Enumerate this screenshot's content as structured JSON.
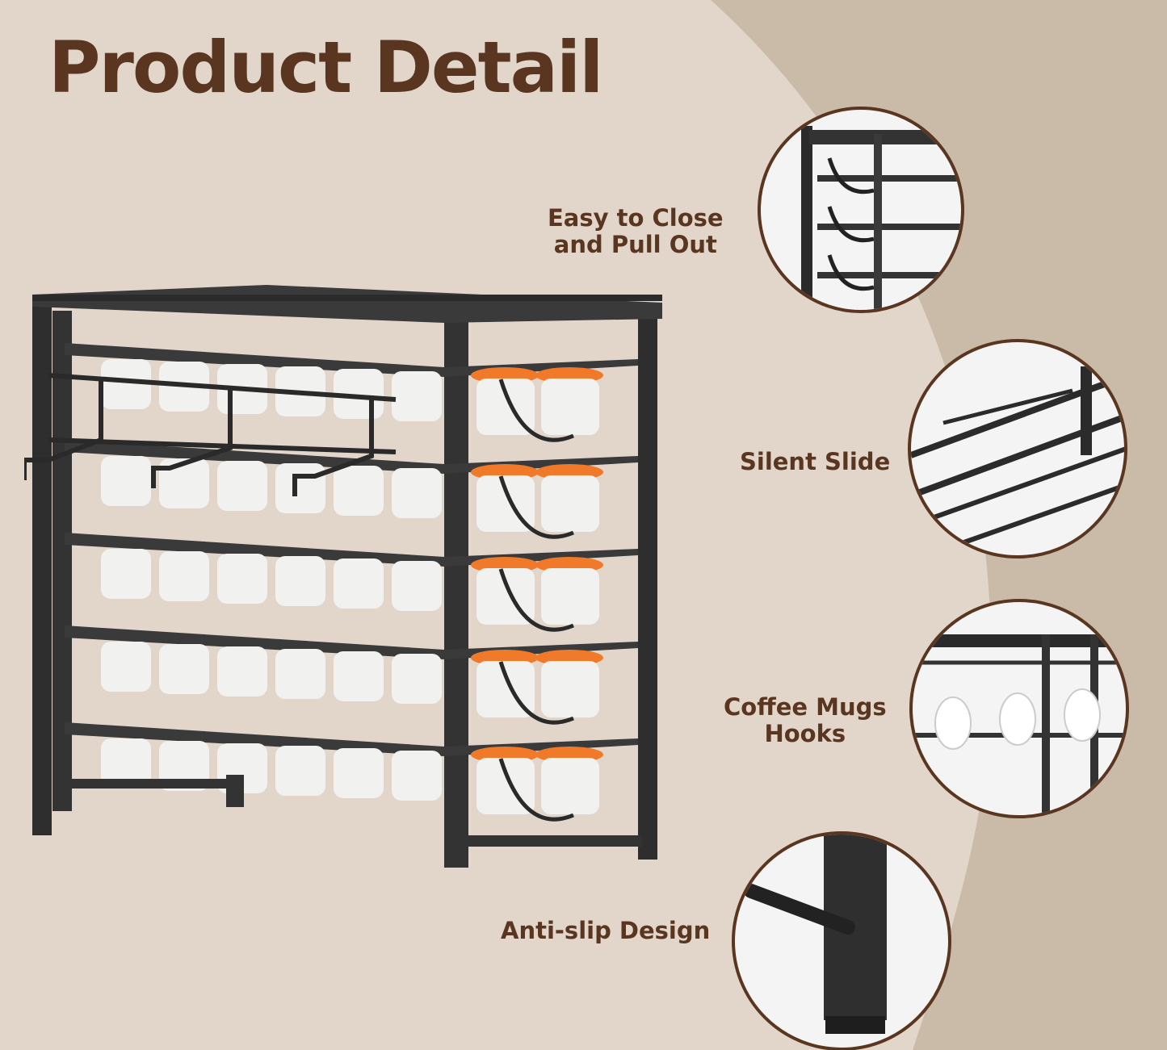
{
  "title": "Product Detail",
  "colors": {
    "background": "#e2d6cb",
    "band": "#c9bba8",
    "text": "#5a3620",
    "frame": "#2a2a2a",
    "pod_lid": "#f07a2a",
    "pod_cup": "#f1f1ef"
  },
  "features": [
    {
      "lines": [
        "Easy to Close",
        "and Pull Out"
      ],
      "icon": "drawer-closeup-image"
    },
    {
      "lines": [
        "Silent Slide"
      ],
      "icon": "slide-rail-closeup-image"
    },
    {
      "lines": [
        "Coffee Mugs",
        "Hooks"
      ],
      "icon": "mug-hooks-closeup-image"
    },
    {
      "lines": [
        "Anti-slip Design"
      ],
      "icon": "foot-pad-closeup-image"
    }
  ]
}
